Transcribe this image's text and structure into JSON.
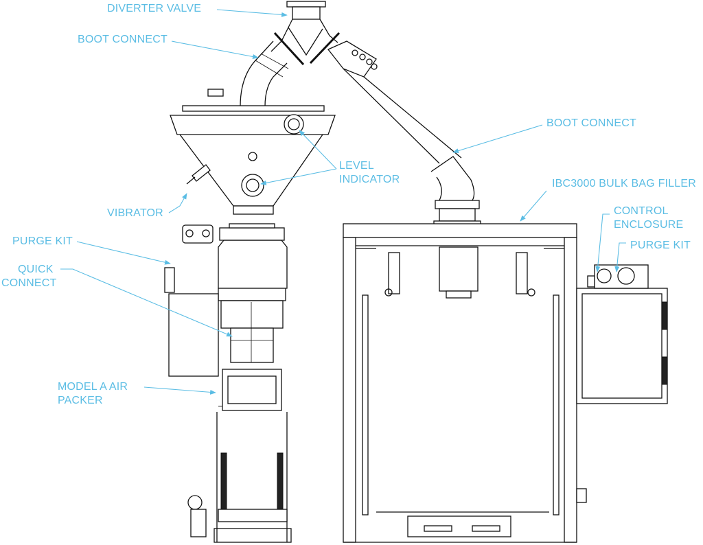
{
  "labels": {
    "diverter_valve": "DIVERTER VALVE",
    "boot_connect_left": "BOOT CONNECT",
    "boot_connect_right": "BOOT CONNECT",
    "level_indicator_1": "LEVEL",
    "level_indicator_2": "INDICATOR",
    "ibc3000": "IBC3000 BULK BAG FILLER",
    "control_enclosure_1": "CONTROL",
    "control_enclosure_2": "ENCLOSURE",
    "purge_kit_right": "PURGE KIT",
    "vibrator": "VIBRATOR",
    "purge_kit_left": "PURGE KIT",
    "quick_connect_1": "QUICK",
    "quick_connect_2": "CONNECT",
    "model_a_1": "MODEL A AIR",
    "model_a_2": "PACKER"
  },
  "colors": {
    "callout": "#5bbde4",
    "line": "#111111",
    "background": "#ffffff"
  }
}
